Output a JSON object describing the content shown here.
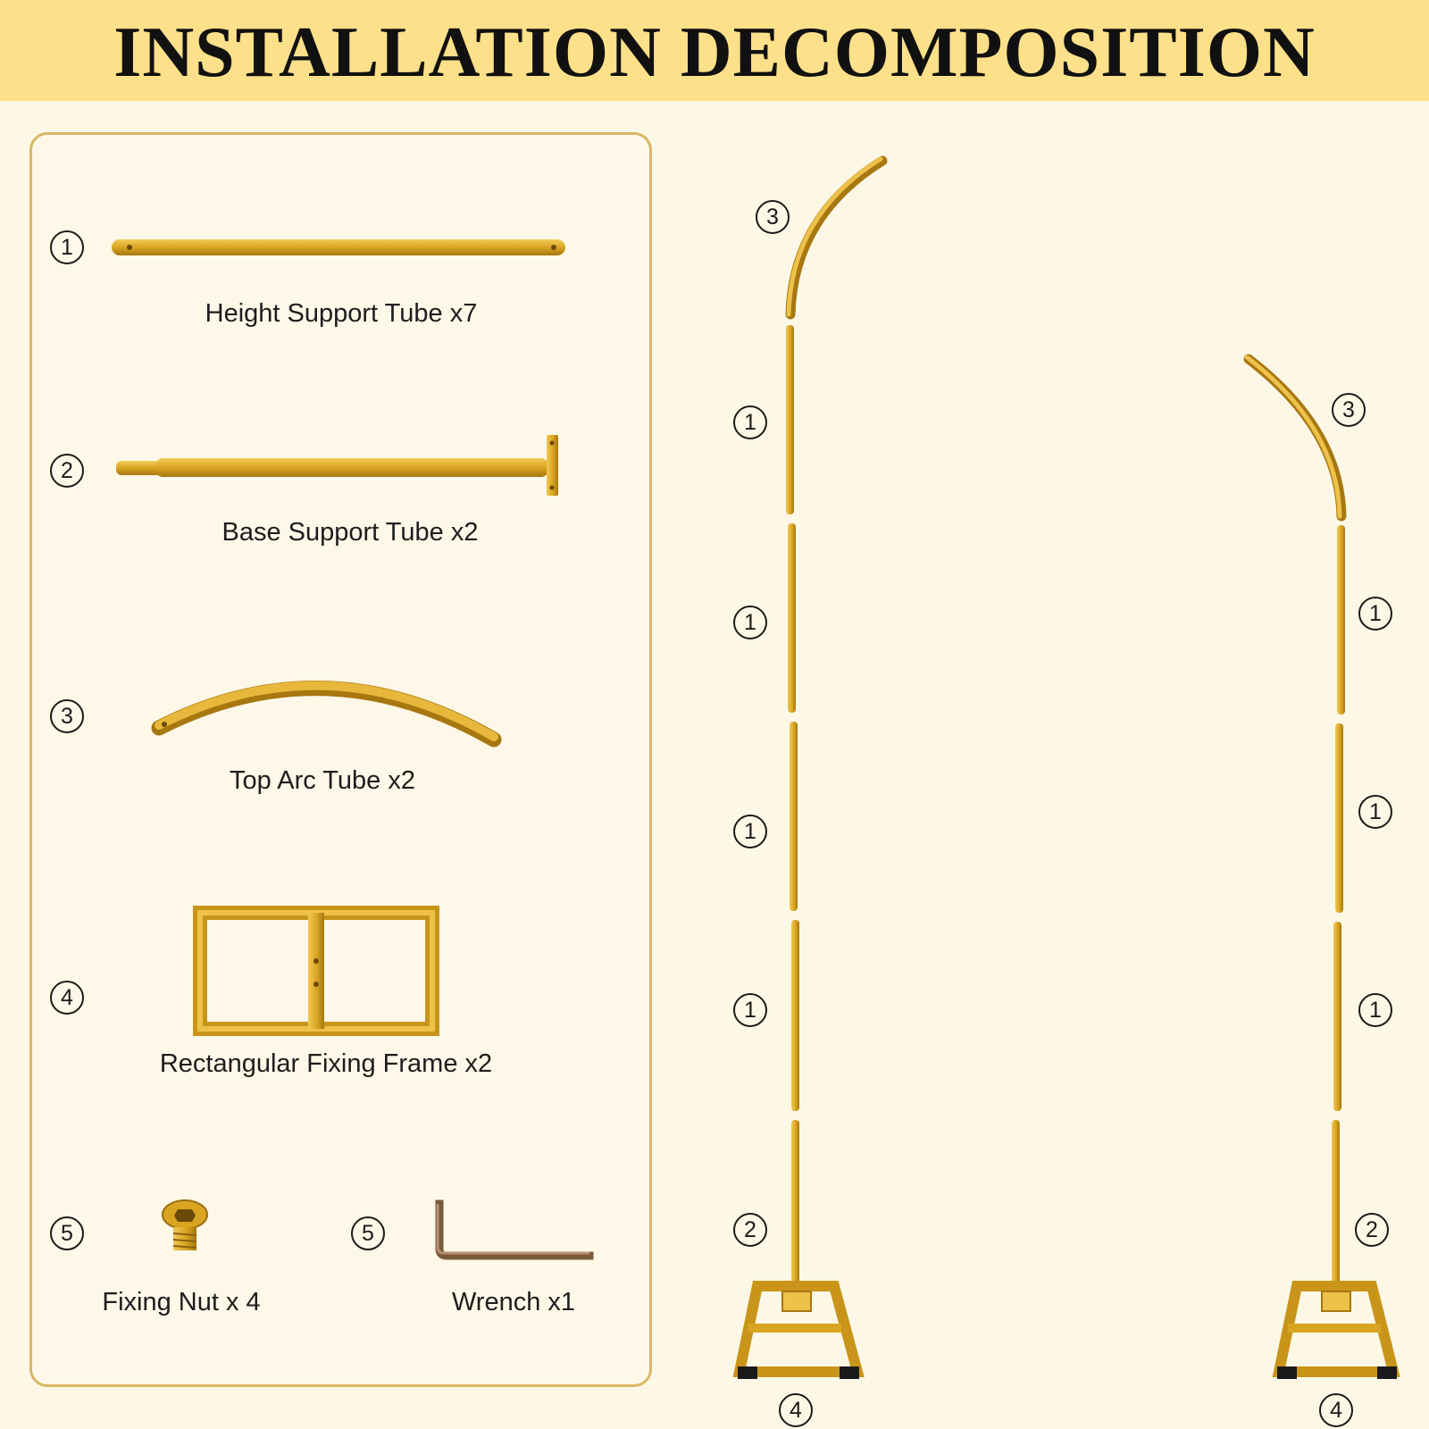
{
  "header": {
    "title": "INSTALLATION DECOMPOSITION"
  },
  "parts": [
    {
      "number": "1",
      "label": "Height Support Tube x7"
    },
    {
      "number": "2",
      "label": "Base Support Tube x2"
    },
    {
      "number": "3",
      "label": "Top Arc Tube x2"
    },
    {
      "number": "4",
      "label": "Rectangular Fixing Frame x2"
    },
    {
      "number": "5",
      "label": "Fixing Nut x 4"
    },
    {
      "number": "5",
      "label": "Wrench x1"
    }
  ],
  "assembly": {
    "left_stand": [
      "3",
      "1",
      "1",
      "1",
      "1",
      "2",
      "4"
    ],
    "right_stand": [
      "3",
      "1",
      "1",
      "1",
      "2",
      "4"
    ]
  },
  "colors": {
    "gold": "#d9a521",
    "gold_dark": "#b98512",
    "banner": "#fde08a",
    "panel_border": "#d8b766"
  }
}
